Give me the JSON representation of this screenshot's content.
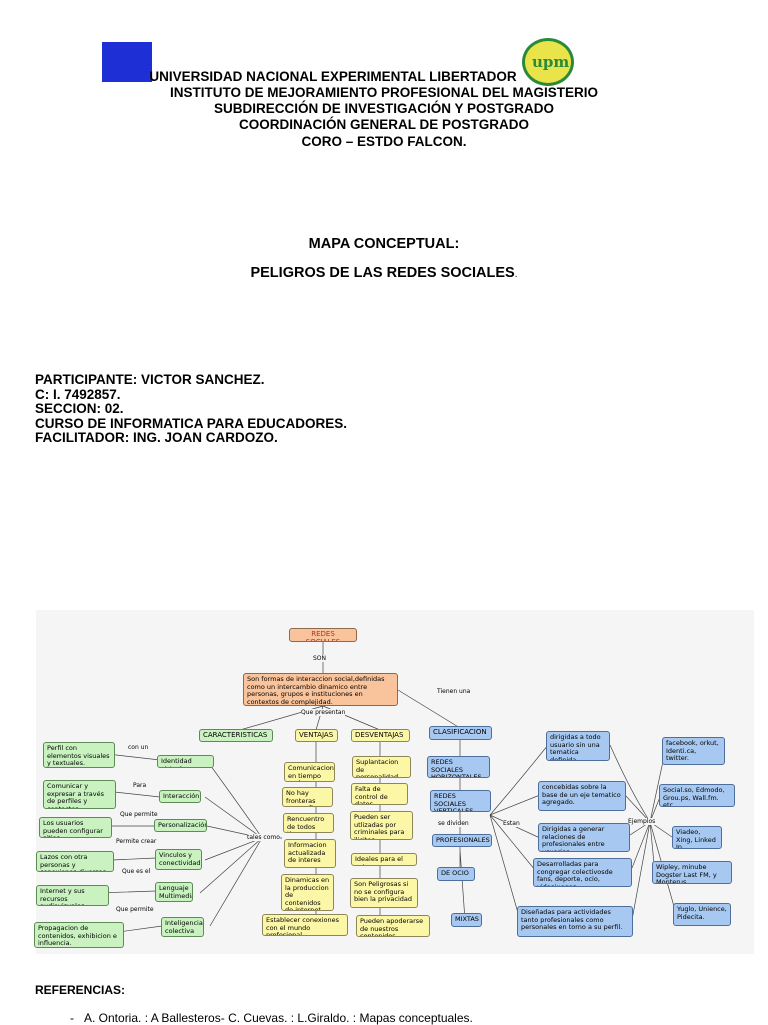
{
  "header": {
    "line1": "UNIVERSIDAD NACIONAL EXPERIMENTAL LIBERTADOR",
    "line2": "INSTITUTO DE MEJORAMIENTO PROFESIONAL DEL MAGISTERIO",
    "line3": "SUBDIRECCIÓN DE INVESTIGACIÓN Y POSTGRADO",
    "line4": "COORDINACIÓN GENERAL DE POSTGRADO",
    "line5": "CORO – ESTDO FALCON.",
    "logo_text": "upm"
  },
  "title": {
    "line1": "MAPA CONCEPTUAL:",
    "line2": "PELIGROS DE LAS REDES SOCIALES",
    "trail": "."
  },
  "info": {
    "participante": "PARTICIPANTE: VICTOR SANCHEZ.",
    "ci": "C: I. 7492857.",
    "seccion": "SECCION: 02.",
    "curso": "CURSO DE INFORMATICA PARA EDUCADORES.",
    "facilitador": "FACILITADOR: ING. JOAN CARDOZO."
  },
  "map": {
    "root": "REDES SOCIALES",
    "son": "SON",
    "definition": "Son formas de interaccion social,definidas como un intercambio dinamico entre personas, grupos e instituciones en contextos de complejidad.",
    "que_presentan": "Que presentan",
    "tienen_una": "Tienen una",
    "caracteristicas": "CARACTERISTICAS",
    "ventajas": "VENTAJAS",
    "desventajas": "DESVENTAJAS",
    "clasificacion": "CLASIFICACION",
    "left_items": [
      {
        "desc": "Perfil con elementos visuales y textuales.",
        "link": "con un",
        "feature": "Identidad virtual"
      },
      {
        "desc": "Comunicar y expresar a través de perfiles y contactos",
        "link": "Para",
        "feature": "Interacción"
      },
      {
        "desc": "Los usuarios pueden configurar sitios.",
        "link": "Que permite",
        "feature": "Personalización"
      },
      {
        "desc": "Lazos con otra personas y conexiones diversas.",
        "link": "Permite crear",
        "feature": "Vinculos y conectividad"
      },
      {
        "desc": "Internet y sus recursos audiovisuales.",
        "link": "Que es el",
        "feature": "Lenguaje Multimedia"
      },
      {
        "desc": "Propagacion de contenidos, exhibicion e influencia.",
        "link": "Que permite",
        "feature": "Inteligencia colectiva"
      }
    ],
    "tales_como": "tales como",
    "ventajas_items": [
      "Comunicacion en tiempo real",
      "No hay fronteras geograficas",
      "Rencuentro de todos tipos.",
      "Informacion actualizada de interes",
      "Dinamicas en la produccion de contenidos de internet.",
      "Establecer conexiones con el mundo profesional."
    ],
    "desventajas_items": [
      "Suplantacion de personalidad.",
      "Falta de control de datos",
      "Pueden ser utlizadas por criminales para ilicitos.",
      "Ideales para el ocio.",
      "Son Peligrosas si no se configura bien la privacidad",
      "Pueden apoderarse de nuestros contenidos."
    ],
    "horizontales": "REDES SOCIALES HORIZONTALES.",
    "verticales": "REDES SOCIALES VERTICALES.",
    "se_dividen": "se dividen",
    "profesionales": "PROFESIONALES",
    "de_ocio": "DE OCIO",
    "mixtas": "MIXTAS",
    "estan": "Estan",
    "ejemplos": "Ejemplos",
    "descriptions": [
      "dirigidas a todo usuario sin una tematica definida",
      "concebidas sobre la base de un eje tematico agregado.",
      "Dirigidas a generar relaciones de profesionales entre usuarios.",
      "Desarrolladas para congregar colectivosde fans, deporte, ocio, videojuegos.",
      "Diseñadas para actividades tanto profesionales como personales en torno a su perfil."
    ],
    "examples": [
      "facebook, orkut, Identi.ca, twitter.",
      "Social.so, Edmodo, Grou.ps, Wall.fm. etc.",
      "Viadeo, Xing, Linked In.",
      "Wipley, minube Dogster Last FM, y Monterus.",
      "Yuglo, Unience, Pidecita."
    ]
  },
  "references": {
    "heading": "REFERENCIAS:",
    "item1": "A. Ontoria. : A Ballesteros- C. Cuevas. : L.Giraldo. : Mapas conceptuales."
  }
}
